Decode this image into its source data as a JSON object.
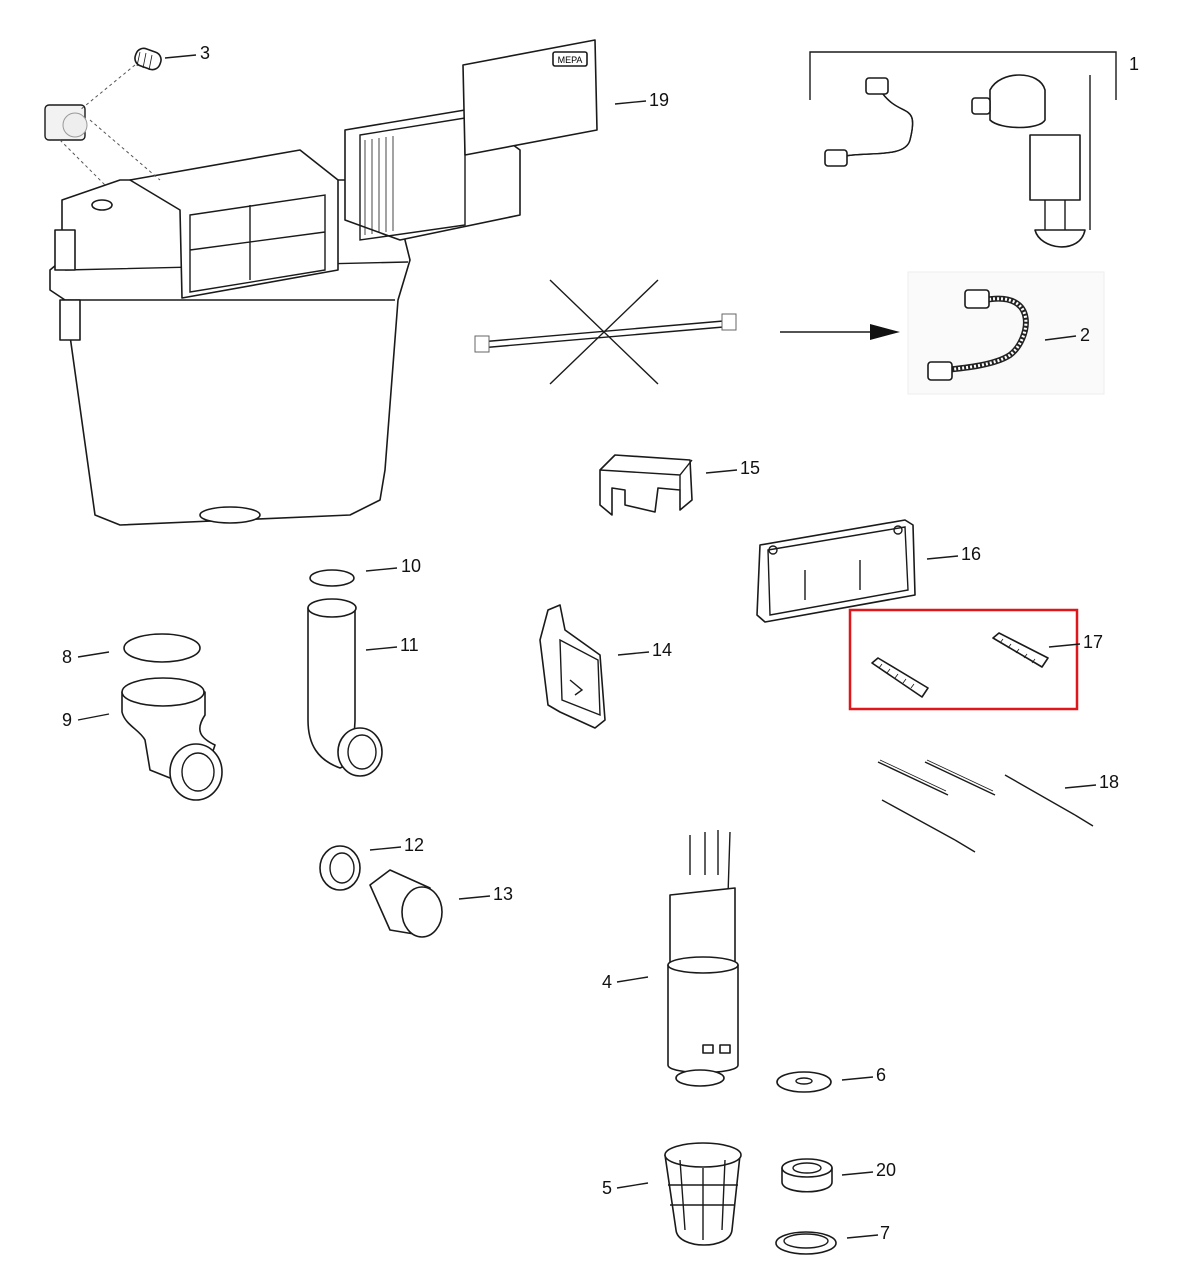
{
  "title": "Exploded parts diagram - concealed cistern",
  "highlight_color": "#e0161b",
  "highlighted_part": "17",
  "parts": {
    "p1": "1",
    "p2": "2",
    "p3": "3",
    "p4": "4",
    "p5": "5",
    "p6": "6",
    "p7": "7",
    "p8": "8",
    "p9": "9",
    "p10": "10",
    "p11": "11",
    "p12": "12",
    "p13": "13",
    "p14": "14",
    "p15": "15",
    "p16": "16",
    "p17": "17",
    "p18": "18",
    "p19": "19",
    "p20": "20"
  },
  "logo_text": "MEPA"
}
